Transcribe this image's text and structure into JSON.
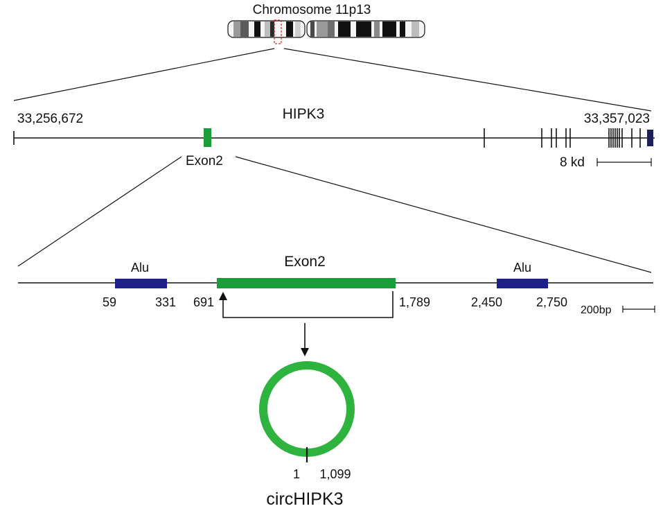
{
  "chromosome": {
    "label": "Chromosome 11p13"
  },
  "gene": {
    "name": "HIPK3",
    "start_coord": "33,256,672",
    "end_coord": "33,357,023",
    "exon_label": "Exon2",
    "scale_label": "8 kd"
  },
  "exon_detail": {
    "exon_label": "Exon2",
    "alu_left": {
      "label": "Alu",
      "start": "59",
      "end": "331"
    },
    "alu_right": {
      "label": "Alu",
      "start": "2,450",
      "end": "2,750"
    },
    "exon_start": "691",
    "exon_end": "1,789",
    "scale_label": "200bp"
  },
  "circrna": {
    "name": "circHIPK3",
    "junction_start": "1",
    "junction_end": "1,099"
  },
  "colors": {
    "exon": "#1a9e3a",
    "alu": "#1f1f8c",
    "circle": "#2eb33e",
    "highlight": "#e02020"
  }
}
